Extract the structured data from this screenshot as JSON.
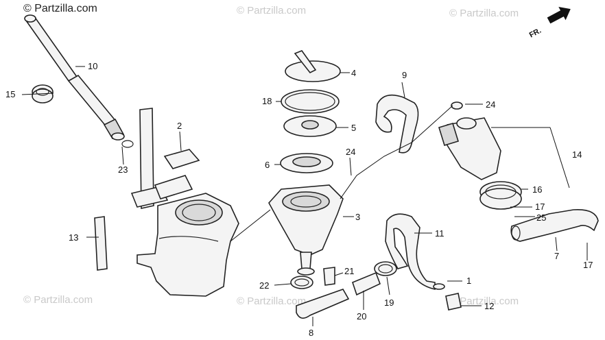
{
  "watermarks": {
    "top_left": "© Partzilla.com",
    "top_center": "© Partzilla.com",
    "top_right": "© Partzilla.com",
    "bottom_left": "© Partzilla.com",
    "bottom_center": "© Partzilla.com",
    "bottom_right": "© Partzilla.com"
  },
  "direction_indicator": "FR.",
  "callouts": {
    "p1": "1",
    "p2": "2",
    "p3": "3",
    "p4": "4",
    "p5": "5",
    "p6": "6",
    "p7": "7",
    "p8": "8",
    "p9": "9",
    "p10": "10",
    "p11": "11",
    "p12": "12",
    "p13": "13",
    "p14": "14",
    "p15": "15",
    "p16": "16",
    "p17a": "17",
    "p17b": "17",
    "p18": "18",
    "p19": "19",
    "p20": "20",
    "p21": "21",
    "p22": "22",
    "p23": "23",
    "p24a": "24",
    "p24b": "24",
    "p25": "25"
  }
}
